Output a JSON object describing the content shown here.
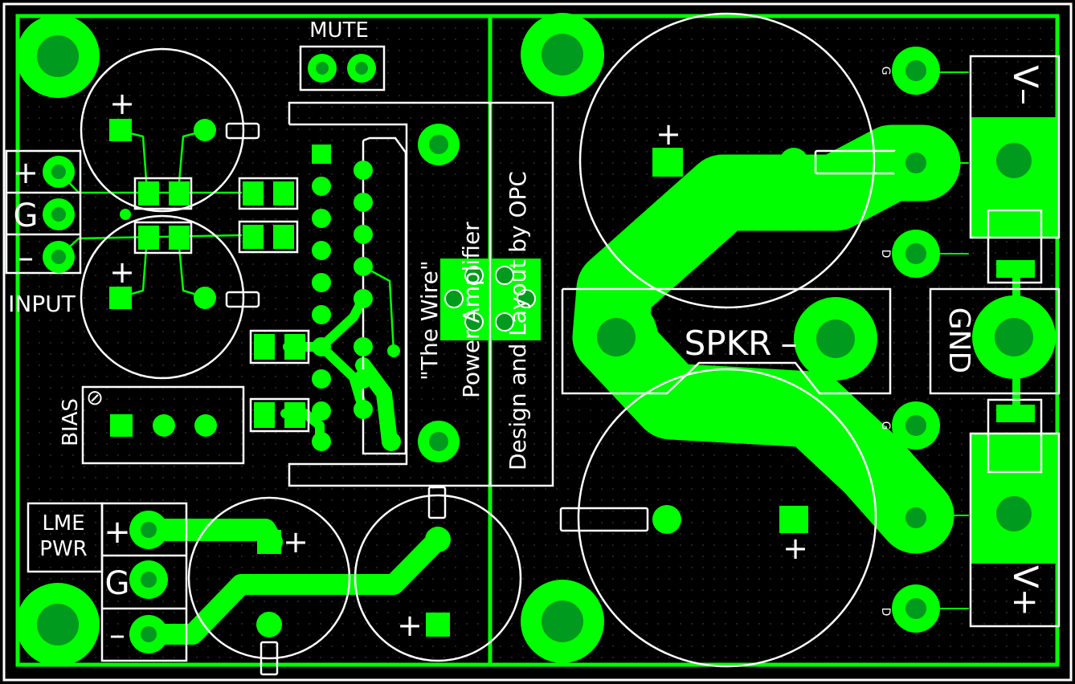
{
  "labels": {
    "mute": "MUTE",
    "input": "INPUT",
    "input_plus": "+",
    "input_g": "G",
    "input_minus": "–",
    "bias": "BIAS",
    "bias_symbol": "⊘",
    "lme": "LME",
    "pwr": "PWR",
    "pwr_plus": "+",
    "pwr_g": "G",
    "pwr_minus": "–",
    "spkr": "SPKR",
    "spkr_minus": "–",
    "v_minus": "V–",
    "v_plus": "V+",
    "gnd": "GND",
    "plus": "+",
    "g_small": "G",
    "d_small": "D",
    "title_line1": "\"The Wire\"",
    "title_line2": "Power Amplifier",
    "title_line3": "Design and Layout by OPC"
  },
  "colors": {
    "background": "#000000",
    "copper": "#00ff00",
    "pad_inner": "#009a1e",
    "silkscreen": "#ffffff"
  }
}
